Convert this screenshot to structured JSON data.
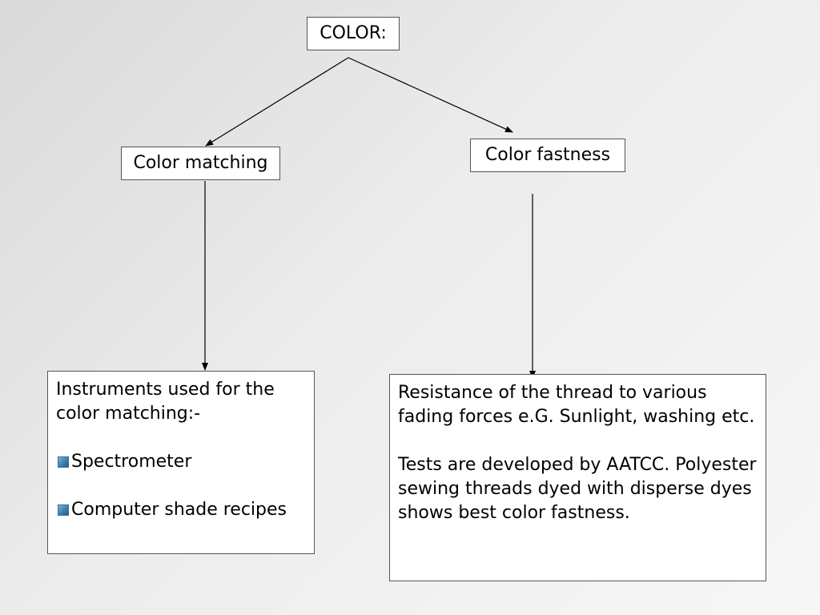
{
  "diagram": {
    "root": {
      "label": "COLOR:"
    },
    "branches": [
      {
        "label": "Color matching",
        "detail": {
          "intro": "Instruments used for the color matching:-",
          "bullets": [
            "Spectrometer",
            "Computer shade recipes"
          ]
        }
      },
      {
        "label": "Color fastness",
        "detail": {
          "paragraphs": [
            "Resistance of the thread to various fading forces e.G. Sunlight, washing etc.",
            "Tests are developed by AATCC. Polyester sewing threads dyed with disperse dyes shows best color fastness."
          ]
        }
      }
    ],
    "colors": {
      "bullet": "#3d7fae",
      "line": "#000000",
      "box_border": "#555555"
    }
  }
}
